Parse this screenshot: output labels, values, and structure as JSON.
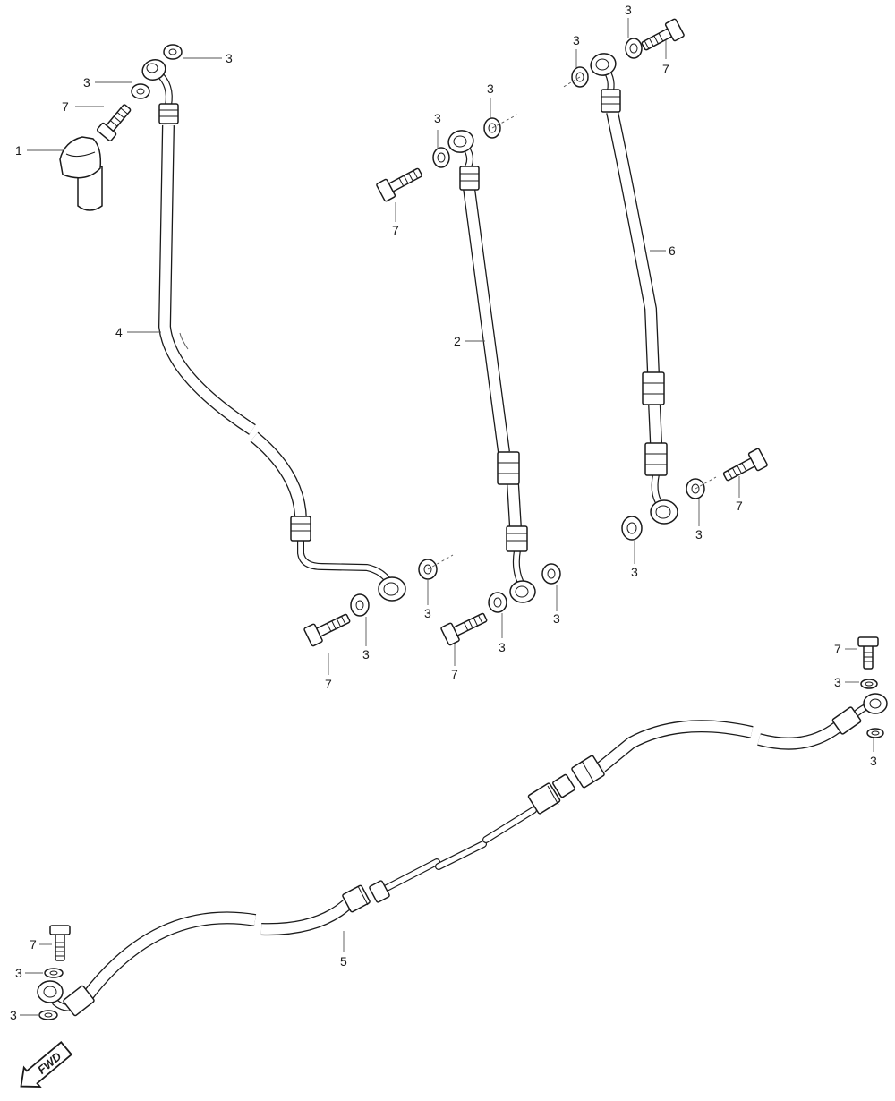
{
  "callouts": {
    "c_1": "1",
    "c_2": "2",
    "c_3": "3",
    "c_4": "4",
    "c_5": "5",
    "c_6": "6",
    "c_7": "7"
  },
  "direction": {
    "label": "FWD"
  },
  "colors": {
    "line": "#1a1a1a",
    "background": "#ffffff"
  }
}
